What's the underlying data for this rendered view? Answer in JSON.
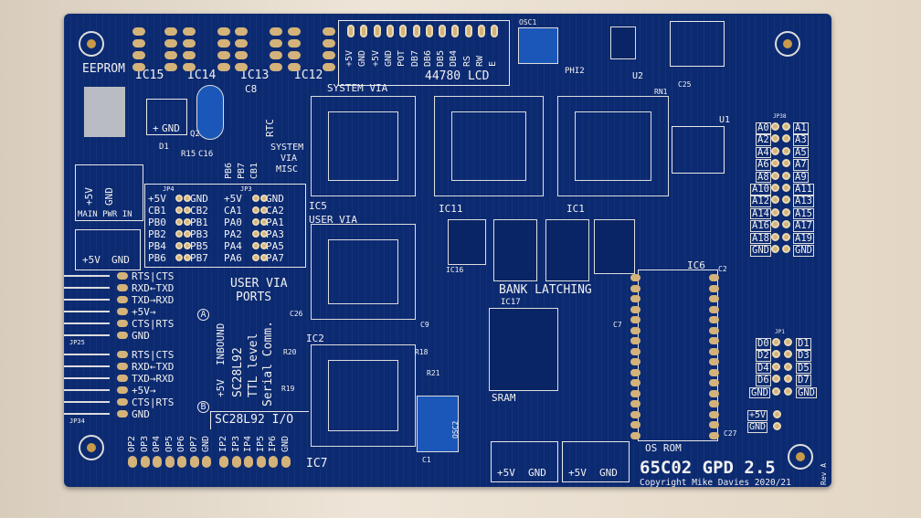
{
  "board": {
    "eeprom": "EEPROM",
    "ic15": "IC15",
    "ic14": "IC14",
    "ic13": "IC13",
    "ic12": "IC12",
    "lcd_title": "44780 LCD",
    "lcd_pins": [
      "+5V",
      "GND",
      "+5V",
      "GND",
      "POT",
      "DB7",
      "DB6",
      "DB5",
      "DB4",
      "RS",
      "RW",
      "E"
    ],
    "osc1": "OSC1",
    "phi2": "PHI2",
    "u2": "U2",
    "u1": "U1",
    "rn1": "RN1",
    "c25": "C25",
    "jp38": "JP38",
    "jp1": "JP1",
    "system_via": "SYSTEM VIA",
    "ic5": "IC5",
    "user_via": "USER VIA",
    "ic11": "IC11",
    "ic1": "IC1",
    "ic2": "IC2",
    "ic7": "IC7",
    "ic16": "IC16",
    "c8": "C8",
    "rtc": "RTC",
    "d1": "D1",
    "q2": "Q2",
    "r15": "R15",
    "c16": "C16",
    "plus": "+",
    "gnd": "GND",
    "system_via_misc": [
      "SYSTEM",
      "VIA",
      "MISC"
    ],
    "misc_pins": [
      "PB6",
      "PB7",
      "CB1"
    ],
    "main_pwr": "MAIN PWR IN",
    "pwr_5v": "+5V",
    "pwr_gnd": "GND",
    "jp4": "JP4",
    "jp3": "JP3",
    "port_rows": [
      [
        "+5V",
        "GND",
        "+5V",
        "GND"
      ],
      [
        "CB1",
        "CB2",
        "CA1",
        "CA2"
      ],
      [
        "PB0",
        "PB1",
        "PA0",
        "PA1"
      ],
      [
        "PB2",
        "PB3",
        "PA2",
        "PA3"
      ],
      [
        "PB4",
        "PB5",
        "PA4",
        "PA5"
      ],
      [
        "PB6",
        "PB7",
        "PA6",
        "PA7"
      ]
    ],
    "user_via_ports": [
      "USER VIA",
      "PORTS"
    ],
    "serial_a": [
      "RTS|CTS",
      "RXD←TXD",
      "TXD→RXD",
      "+5V→",
      "CTS|RTS",
      "GND"
    ],
    "serial_b": [
      "RTS|CTS",
      "RXD←TXD",
      "TXD→RXD",
      "+5V→",
      "CTS|RTS",
      "GND"
    ],
    "port_a": "A",
    "port_b": "B",
    "jp25": "JP25",
    "jp34": "JP34",
    "inbound": "INBOUND",
    "inbound_5v": "+5V",
    "serial_desc": [
      "SC28L92",
      "TTL level",
      "Serial Comm."
    ],
    "c26": "C26",
    "r20": "R20",
    "r19": "R19",
    "r18": "R18",
    "r21": "R21",
    "c9": "C9",
    "c7": "C7",
    "c27": "C27",
    "c2": "C2",
    "sc28l92_io": "SC28L92 I/O",
    "op_pins": [
      "OP2",
      "OP3",
      "OP4",
      "OP5",
      "OP6",
      "OP7",
      "GND"
    ],
    "ip_pins": [
      "IP2",
      "IP3",
      "IP4",
      "IP5",
      "IP6",
      "GND"
    ],
    "bank_latching": "BANK LATCHING",
    "ic17": "IC17",
    "sram": "SRAM",
    "osc2": "OSC2",
    "c1": "C1",
    "ic6": "IC6",
    "os_rom": "OS ROM",
    "addr_rows": [
      [
        "A0",
        "A1"
      ],
      [
        "A2",
        "A3"
      ],
      [
        "A4",
        "A5"
      ],
      [
        "A6",
        "A7"
      ],
      [
        "A8",
        "A9"
      ],
      [
        "A10",
        "A11"
      ],
      [
        "A12",
        "A13"
      ],
      [
        "A14",
        "A15"
      ],
      [
        "A16",
        "A17"
      ],
      [
        "A18",
        "A19"
      ],
      [
        "GND",
        "GND"
      ]
    ],
    "data_rows": [
      [
        "D0",
        "D1"
      ],
      [
        "D2",
        "D3"
      ],
      [
        "D4",
        "D5"
      ],
      [
        "D6",
        "D7"
      ],
      [
        "GND",
        "GND"
      ]
    ],
    "jp17": [
      "+5V",
      "GND"
    ],
    "title": "65C02 GPD 2.5",
    "copyright": "Copyright Mike Davies 2020/21",
    "rev": "Rev A"
  }
}
